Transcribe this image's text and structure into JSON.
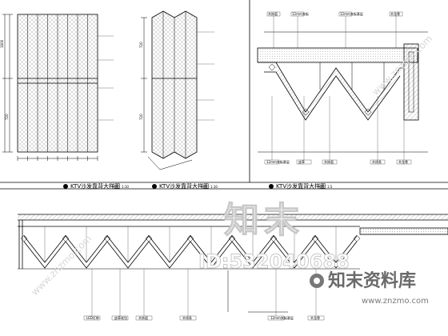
{
  "drawing": {
    "titles": [
      "KTV沙发靠背大样图",
      "KTV沙发靠背大样图",
      "KTV沙发靠背大样图"
    ],
    "scales": [
      "比例：1:10",
      "比例：1:10",
      "比例：1:5"
    ],
    "callouts": {
      "panel3_top": [
        "木饰面",
        "12mm夹板",
        "12mm夹板基层",
        "木龙骨"
      ],
      "panel3_bottom": [
        "12mm夹板基层",
        "皮革",
        "木饰面",
        "木线条",
        "木龙骨"
      ],
      "panel4_bottom": [
        "LED灯带",
        "皮革软包",
        "木饰面",
        "木线条",
        "12mm夹板基层",
        "木龙骨"
      ]
    },
    "dimension_labels": [
      "1600",
      "720",
      "720",
      "720"
    ]
  },
  "watermark": {
    "logo_text": "知末",
    "id_text": "ID:532040688",
    "brand_text": "知末资料库",
    "url_text": "www.znzmo.com",
    "side_text": "www.znzmo.com"
  }
}
